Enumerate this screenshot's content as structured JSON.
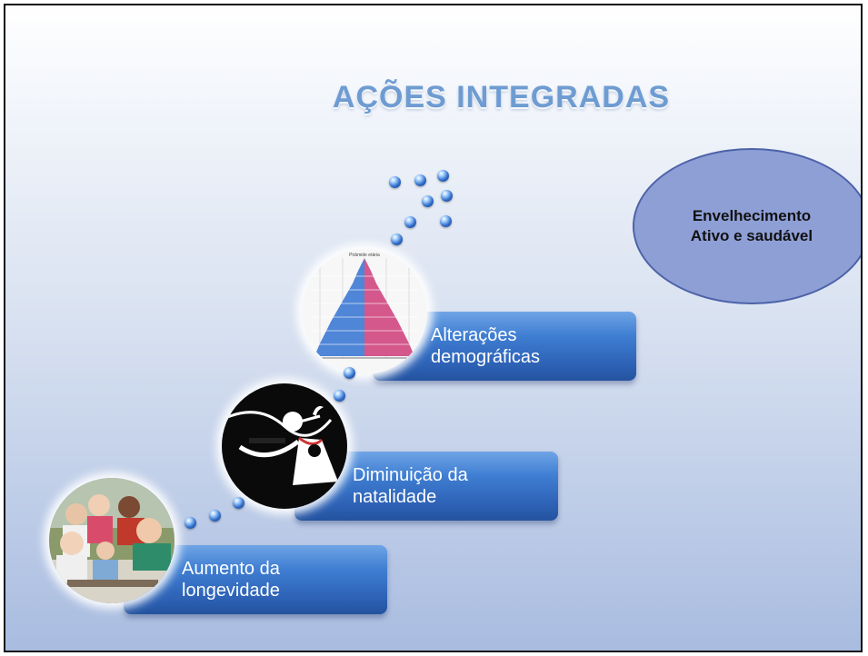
{
  "title": "AÇÕES INTEGRADAS",
  "goal": {
    "label": "Envelhecimento Ativo e saudável",
    "fill": "#8e9fd6"
  },
  "steps": [
    {
      "label": "Aumento da longevidade"
    },
    {
      "label": "Diminuição da natalidade"
    },
    {
      "label": "Alterações demográficas"
    }
  ],
  "images": {
    "elderly": {
      "icon": "elderly-group-photo"
    },
    "stork": {
      "icon": "stork-carrying-baby"
    },
    "pyramid": {
      "icon": "population-pyramid",
      "caption": "Pirâmide etária",
      "male_color": "#4f86d8",
      "female_color": "#d4588c"
    }
  },
  "colors": {
    "title": "#6e9cd2",
    "step": "#3f7ed2"
  }
}
